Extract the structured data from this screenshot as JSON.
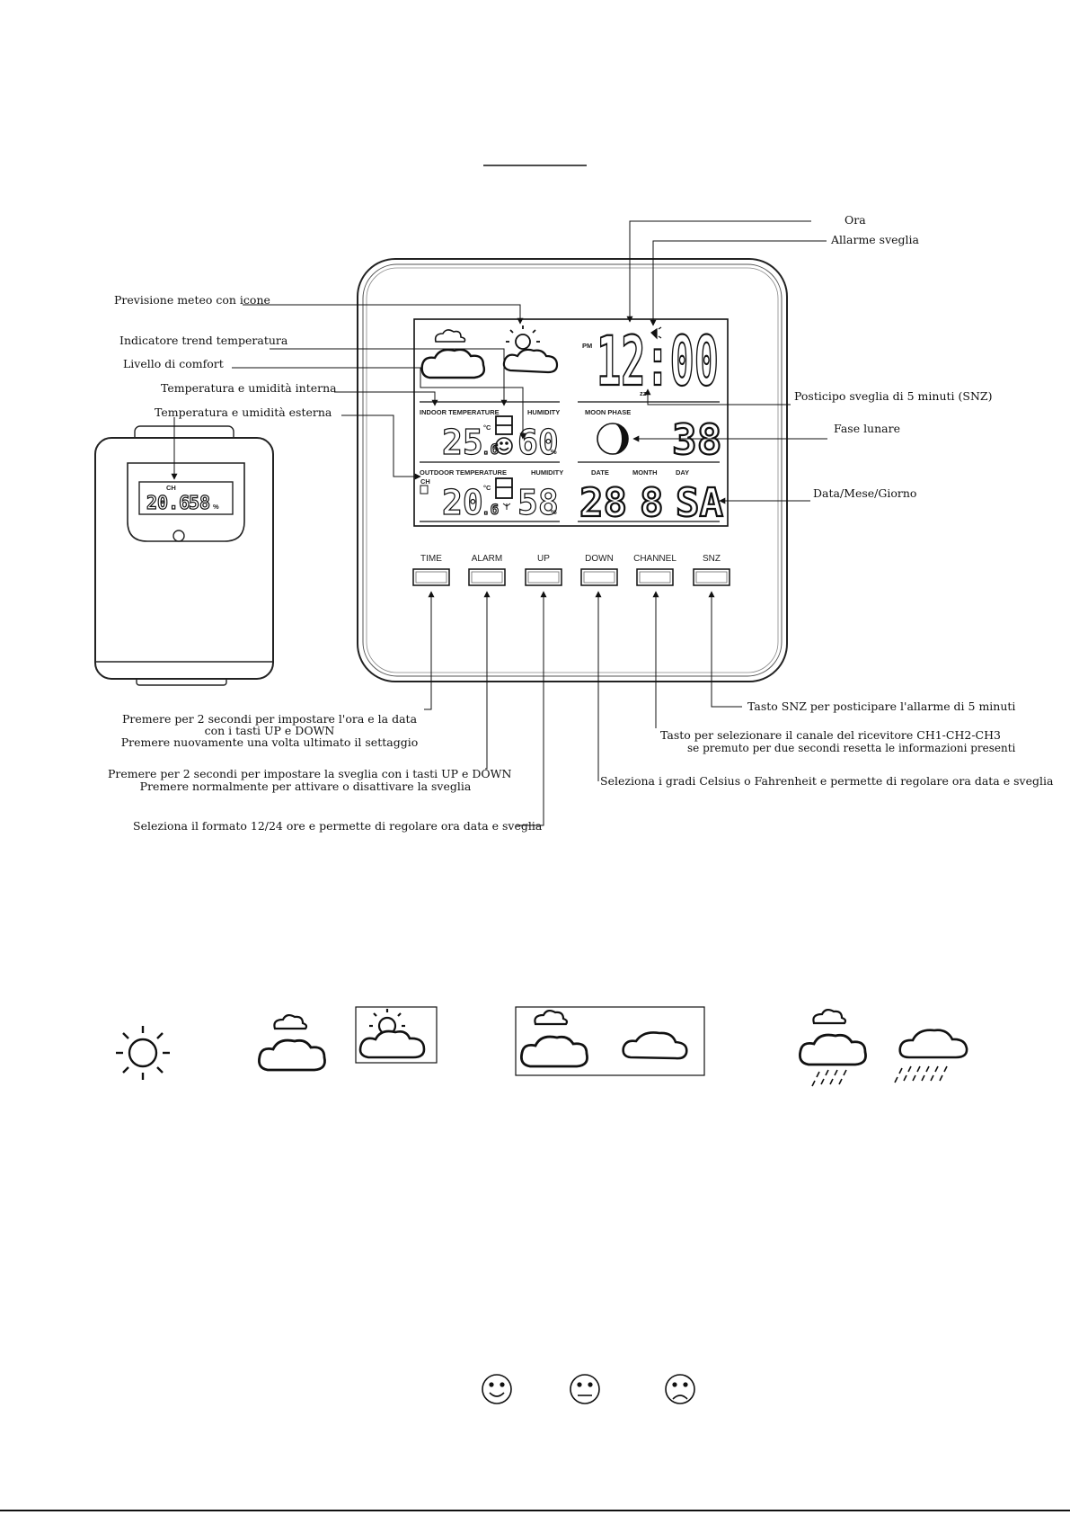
{
  "labels": {
    "ora": "Ora",
    "allarme": "Allarme sveglia",
    "previsione": "Previsione meteo con icone",
    "trend": "Indicatore trend temperatura",
    "comfort": "Livello di comfort",
    "interna": "Temperatura e umidità interna",
    "esterna": "Temperatura e umidità esterna",
    "snz_label": "Posticipo sveglia di 5 minuti (SNZ)",
    "fase": "Fase lunare",
    "data": "Data/Mese/Giorno",
    "snz_key": "Tasto SNZ per posticipare l'allarme di 5 minuti",
    "channel_1": "Tasto per selezionare il canale del ricevitore CH1-CH2-CH3",
    "channel_2": "se premuto per due secondi resetta le informazioni presenti",
    "down_key": "Seleziona i gradi Celsius o Fahrenheit e permette di regolare ora data e sveglia",
    "up_key": "Seleziona il formato 12/24 ore e permette di regolare ora data e sveglia",
    "alarm_1": "Premere per 2 secondi per impostare la sveglia con i tasti UP e DOWN",
    "alarm_2": "Premere normalmente per attivare o disattivare la sveglia",
    "time_1": "Premere per 2 secondi per impostare l'ora e la data",
    "time_2": "con i tasti UP e DOWN",
    "time_3": "Premere nuovamente una volta ultimato il settaggio"
  },
  "lcd": {
    "pm": "PM",
    "time": "12:00",
    "indoor_label": "INDOOR TEMPERATURE",
    "humidity_label": "HUMIDITY",
    "indoor_temp": "25",
    "indoor_temp_dec": ".6",
    "indoor_hum": "60",
    "outdoor_label": "OUTDOOR TEMPERATURE",
    "outdoor_temp": "20",
    "outdoor_temp_dec": ".6",
    "outdoor_hum": "58",
    "pct": "%",
    "moon_label": "MOON PHASE",
    "moon_value": "38",
    "date_label": "DATE",
    "month_label": "MONTH",
    "day_label": "DAY",
    "date": "28",
    "month": "8",
    "day": "SA",
    "ch": "CH",
    "snooze": "zz",
    "deg_c": "°C"
  },
  "buttons": [
    "TIME",
    "ALARM",
    "UP",
    "DOWN",
    "CHANNEL",
    "SNZ"
  ],
  "sensor": {
    "temp": "20.6",
    "hum": "58",
    "pct": "%",
    "ch": "CH"
  }
}
